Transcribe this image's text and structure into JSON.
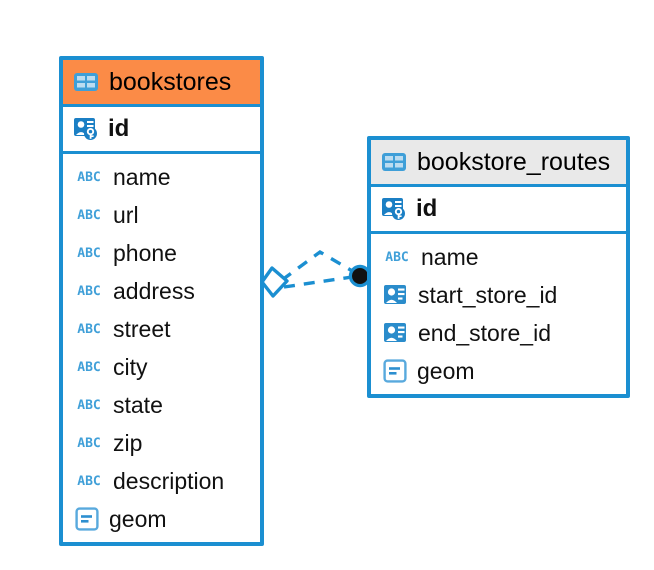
{
  "diagram": {
    "type": "entity-relationship-diagram",
    "background_color": "#ffffff",
    "accent_color": "#1b8fd1",
    "highlight_color": "#fb8b47"
  },
  "entities": [
    {
      "name": "bookstores",
      "header_icon": "table-icon",
      "header_style": "highlighted",
      "header_color": "#fb8b47",
      "primary_key": {
        "label": "id",
        "icon": "primary-key-icon"
      },
      "fields": [
        {
          "label": "name",
          "icon": "abc-text-icon",
          "type": "ABC"
        },
        {
          "label": "url",
          "icon": "abc-text-icon",
          "type": "ABC"
        },
        {
          "label": "phone",
          "icon": "abc-text-icon",
          "type": "ABC"
        },
        {
          "label": "address",
          "icon": "abc-text-icon",
          "type": "ABC"
        },
        {
          "label": "street",
          "icon": "abc-text-icon",
          "type": "ABC"
        },
        {
          "label": "city",
          "icon": "abc-text-icon",
          "type": "ABC"
        },
        {
          "label": "state",
          "icon": "abc-text-icon",
          "type": "ABC"
        },
        {
          "label": "zip",
          "icon": "abc-text-icon",
          "type": "ABC"
        },
        {
          "label": "description",
          "icon": "abc-text-icon",
          "type": "ABC"
        },
        {
          "label": "geom",
          "icon": "geometry-icon",
          "type": "geometry"
        }
      ]
    },
    {
      "name": "bookstore_routes",
      "header_icon": "table-icon",
      "header_style": "normal",
      "header_color": "#e9e9e9",
      "primary_key": {
        "label": "id",
        "icon": "primary-key-icon"
      },
      "fields": [
        {
          "label": "name",
          "icon": "abc-text-icon",
          "type": "ABC"
        },
        {
          "label": "start_store_id",
          "icon": "foreign-key-icon",
          "type": "relation"
        },
        {
          "label": "end_store_id",
          "icon": "foreign-key-icon",
          "type": "relation"
        },
        {
          "label": "geom",
          "icon": "geometry-icon",
          "type": "geometry"
        }
      ]
    }
  ],
  "relationship": {
    "from_entity": "bookstores",
    "to_entity": "bookstore_routes",
    "from_marker": "diamond-marker",
    "to_marker": "filled-circle-marker",
    "line_style": "dashed",
    "line_color": "#1b8fd1",
    "branches": 2
  }
}
